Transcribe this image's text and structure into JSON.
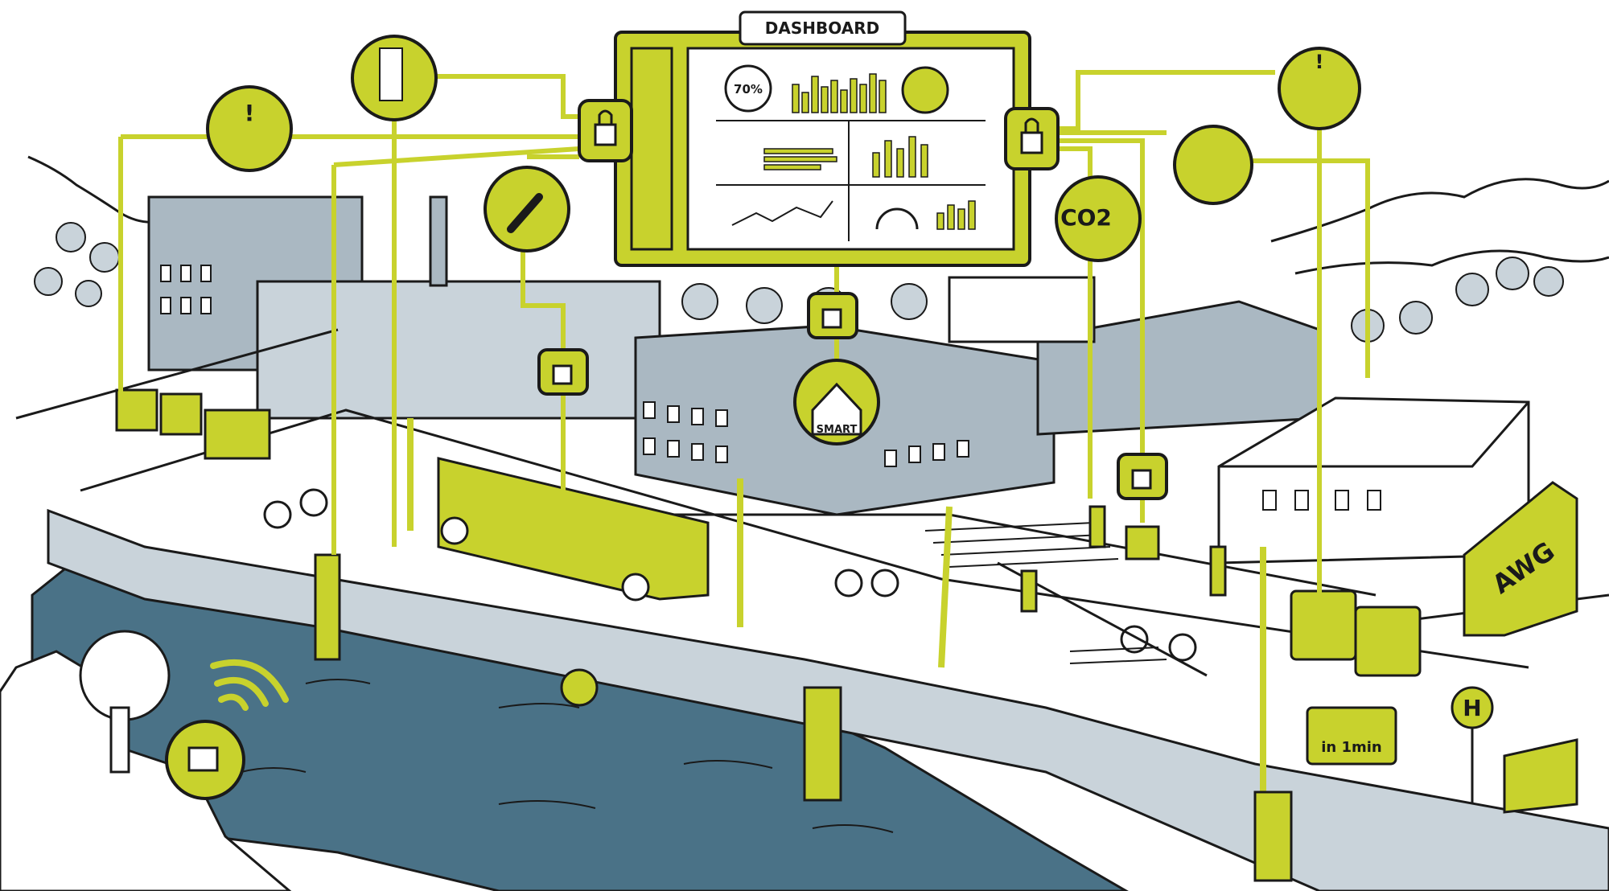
{
  "colors": {
    "accent": "#c8d22d",
    "ink": "#1a1a1a",
    "building": "#aab8c2",
    "water": "#4a7287",
    "road_fill": "#ffffff",
    "light_gray": "#c9d3da"
  },
  "dashboard": {
    "title": "DASHBOARD",
    "gauge_label": "70%"
  },
  "icons": {
    "smart_home": "SMART",
    "co2": "CO2",
    "bus_stop": "H",
    "waste_truck": "AWG",
    "bus_display": "in 1min"
  }
}
